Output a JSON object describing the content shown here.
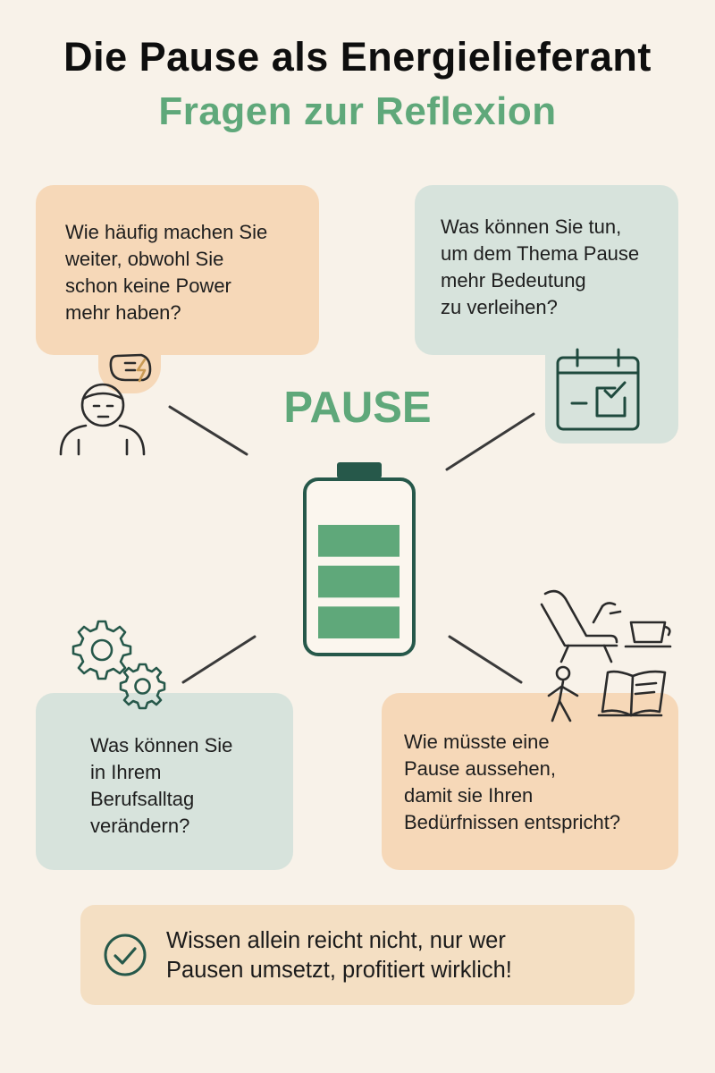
{
  "header": {
    "title": "Die Pause als Energielieferant",
    "subtitle": "Fragen zur Reflexion"
  },
  "center": {
    "label": "PAUSE",
    "battery_icon": "battery-icon",
    "battery_level": {
      "filled_bars": 3,
      "total_bars": 3
    }
  },
  "questions": {
    "top_left": {
      "lines": [
        "Wie häufig machen Sie",
        "weiter, obwohl Sie",
        "schon keine Power",
        "mehr haben?"
      ],
      "icon": "exhausted-person-icon"
    },
    "top_right": {
      "lines": [
        "Was können Sie tun,",
        "um dem Thema Pause",
        "mehr Bedeutung",
        "zu verleihen?"
      ],
      "icon": "calendar-check-icon"
    },
    "bottom_left": {
      "lines": [
        "Was können Sie",
        "in Ihrem",
        "Berufsalltag",
        "verändern?"
      ],
      "icon": "gears-icon"
    },
    "bottom_right": {
      "lines": [
        "Wie müsste eine",
        "Pause aussehen,",
        "damit sie Ihren",
        "Bedürfnissen entspricht?"
      ],
      "icons": [
        "lounge-chair-icon",
        "coffee-cup-icon",
        "walking-person-icon",
        "open-book-icon"
      ]
    }
  },
  "footer": {
    "lines": [
      "Wissen allein reicht nicht, nur wer",
      "Pausen umsetzt, profitiert wirklich!"
    ],
    "icon": "check-circle-icon"
  },
  "colors": {
    "accent_green": "#5fa87a",
    "orange_box": "#f6d8b8",
    "teal_box": "#d7e3dc",
    "background": "#f8f2e9",
    "icon_dark": "#1f4a3e"
  }
}
